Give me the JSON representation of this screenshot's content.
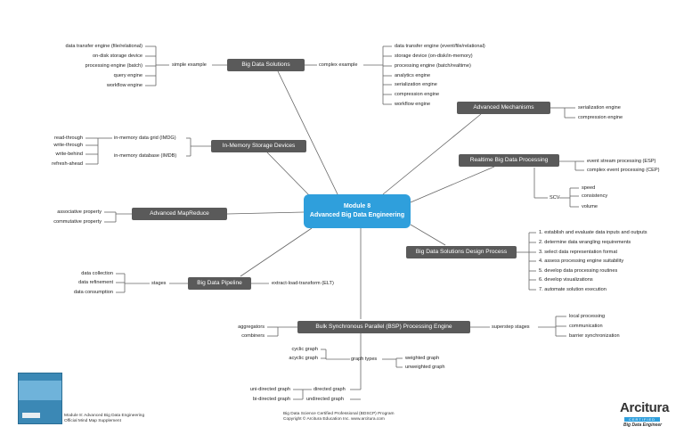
{
  "center": {
    "line1": "Module 8",
    "line2": "Advanced Big Data Engineering"
  },
  "nodes": {
    "bds": "Big Data Solutions",
    "imsd": "In-Memory Storage Devices",
    "amr": "Advanced MapReduce",
    "bdp": "Big Data Pipeline",
    "bsp": "Bulk Synchronous Parallel (BSP) Processing Engine",
    "am": "Advanced Mechanisms",
    "rbdp": "Realtime Big Data Processing",
    "bdsdp": "Big Data Solutions Design Process"
  },
  "bds": {
    "simple_example": "simple example",
    "simple_items": [
      "data transfer engine (file/relational)",
      "on-disk storage device",
      "processing engine (batch)",
      "query engine",
      "workflow engine"
    ],
    "complex_example": "complex example",
    "complex_items": [
      "data transfer engine (event/file/relational)",
      "storage device (on-disk/in-memory)",
      "processing engine (batch/realtime)",
      "analytics engine",
      "serialization engine",
      "compression engine",
      "workflow engine"
    ]
  },
  "imsd": {
    "imdg": "in-memory data grid (IMDG)",
    "imdb": "in-memory database (IMDB)",
    "imdg_items": [
      "read-through",
      "write-through",
      "write-behind",
      "refresh-ahead"
    ]
  },
  "amr": {
    "items": [
      "associative property",
      "commutative property"
    ]
  },
  "bdp": {
    "stages": "stages",
    "stage_items": [
      "data collection",
      "data refinement",
      "data consumption"
    ],
    "elt": "extract-load-transform (ELT)"
  },
  "bsp": {
    "left_items": [
      "aggregators",
      "combiners"
    ],
    "superstep": "superstep stages",
    "superstep_items": [
      "local processing",
      "communication",
      "barrier synchronization"
    ],
    "graph_types": "graph types",
    "gt_left": [
      "cyclic graph",
      "acyclic graph"
    ],
    "gt_right": [
      "weighted graph",
      "unweighted graph"
    ],
    "directed": "directed graph",
    "undirected": "undirected graph",
    "uni": "uni-directed graph",
    "bi": "bi-directed graph"
  },
  "am": {
    "items": [
      "serialization engine",
      "compression engine"
    ]
  },
  "rbdp": {
    "items": [
      "event stream processing (ESP)",
      "complex event processing (CEP)"
    ],
    "scv": "SCV",
    "scv_items": [
      "speed",
      "consistency",
      "volume"
    ]
  },
  "bdsdp": {
    "items": [
      "1. establish and evaluate data inputs and outputs",
      "2. determine data wrangling requirements",
      "3. select data representation format",
      "4. assess processing engine suitability",
      "5. develop data processing routines",
      "6. develop visualizations",
      "7. automate solution execution"
    ]
  },
  "footer": {
    "left1": "Module 8: Advanced Big Data Engineering",
    "left2": "Official Mind Map Supplement",
    "mid1": "Big Data Science Certified Professional (BDSCP) Program",
    "mid2": "Copyright © Arcitura Education Inc. www.arcitura.com",
    "logo": "Arcitura",
    "logo_sub": "CERTIFIED",
    "logo_sub2": "Big Data Engineer"
  },
  "colors": {
    "node": "#5a5a5a",
    "center": "#2f9fdc",
    "line": "#555555"
  }
}
